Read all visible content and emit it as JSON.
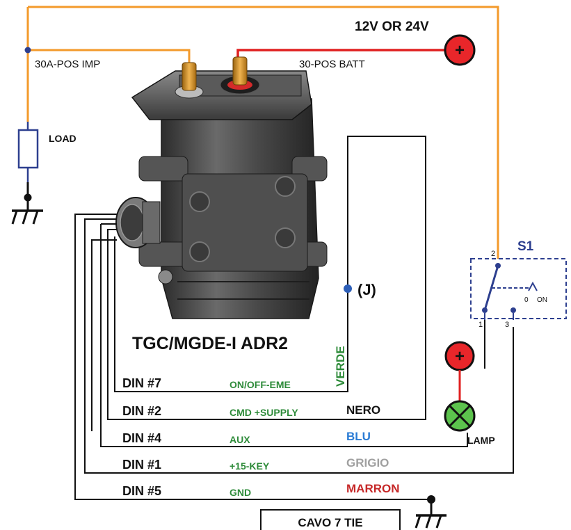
{
  "diagram": {
    "supply_label": "12V OR 24V",
    "terminal_imp_label": "30A-POS IMP",
    "terminal_batt_label": "30-POS BATT",
    "load_label": "LOAD",
    "device_title": "TGC/MGDE-I ADR2",
    "junction_label": "(J)",
    "switch_label": "S1",
    "switch_pin_2": "2",
    "switch_pin_1": "1",
    "switch_pin_3": "3",
    "switch_pos_0": "0",
    "switch_pos_on": "ON",
    "lamp_label": "LAMP",
    "plus_symbol": "+",
    "verde_label": "VERDE",
    "cable_label": "CAVO 7 TIE",
    "colors": {
      "orange_wire": "#f39a2b",
      "red_wire": "#e02020",
      "switch_blue": "#2d3f8f",
      "green_text": "#2e8b3a",
      "blu_text": "#2a7bd4",
      "grigio_text": "#a0a0a0",
      "marron_text": "#c62828",
      "lamp_green": "#5cc34d"
    },
    "rows": [
      {
        "din": "DIN #7",
        "func": "ON/OFF-EME",
        "wire": ""
      },
      {
        "din": "DIN #2",
        "func": "CMD +SUPPLY",
        "wire": "NERO"
      },
      {
        "din": "DIN #4",
        "func": "AUX",
        "wire": "BLU"
      },
      {
        "din": "DIN #1",
        "func": "+15-KEY",
        "wire": "GRIGIO"
      },
      {
        "din": "DIN #5",
        "func": "GND",
        "wire": "MARRON"
      }
    ]
  }
}
